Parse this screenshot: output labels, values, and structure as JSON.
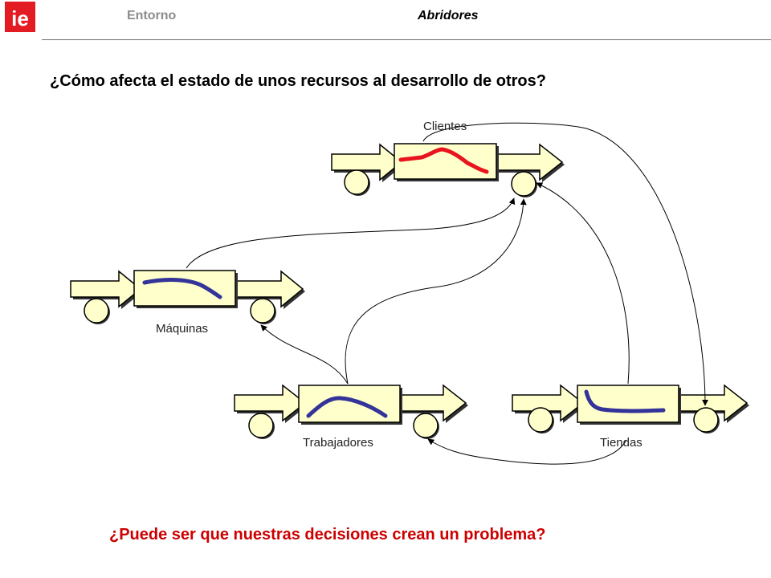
{
  "header": {
    "logo_text": "ie",
    "section": "Entorno",
    "subtitle": "Abridores"
  },
  "main": {
    "question": "¿Cómo afecta el estado de unos recursos al desarrollo de otros?",
    "bottom_question": "¿Puede ser que nuestras decisiones crean un problema?"
  },
  "nodes": {
    "clientes": "Clientes",
    "maquinas": "Máquinas",
    "trabajadores": "Trabajadores",
    "tiendas": "Tiendas"
  },
  "colors": {
    "stock_fill": "#ffffcc",
    "trend_red": "#e8141e",
    "trend_blue": "#333399",
    "accent_red": "#cc0000",
    "logo_red": "#e31b23"
  }
}
